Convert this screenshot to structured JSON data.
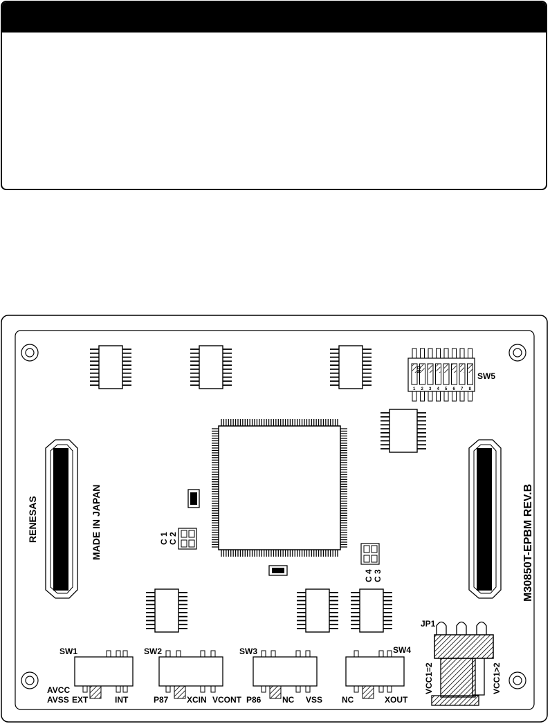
{
  "board": {
    "brand": "RENESAS",
    "origin": "MADE IN JAPAN",
    "model": "M30850T-EPBM  REV.B",
    "capacitors": {
      "c1": "C 1",
      "c2": "C 2",
      "c3": "C 3",
      "c4": "C 4"
    },
    "dip_switch": {
      "label": "SW5",
      "on_mark": "ON",
      "numbers": [
        "1",
        "2",
        "3",
        "4",
        "5",
        "6",
        "7",
        "8"
      ]
    },
    "jumper": {
      "label": "JP1",
      "left": "VCC1=2",
      "right": "VCC1>2"
    },
    "switches": [
      {
        "label": "SW1",
        "left_top": "AVCC",
        "left_bottom": "AVSS",
        "mid": "EXT",
        "right": "INT"
      },
      {
        "label": "SW2",
        "left": "P87",
        "mid": "XCIN",
        "right": "VCONT"
      },
      {
        "label": "SW3",
        "left": "P86",
        "mid": "NC",
        "right": "VSS"
      },
      {
        "label": "SW4",
        "left": "NC",
        "right": "XOUT"
      }
    ]
  },
  "colors": {
    "ink": "#000000",
    "paper": "#ffffff"
  }
}
